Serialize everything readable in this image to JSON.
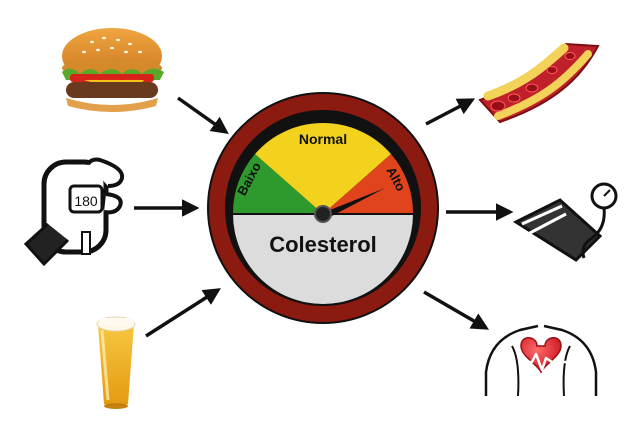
{
  "gauge": {
    "label_low": "Baixo",
    "label_normal": "Normal",
    "label_high": "Alto",
    "center_label": "Colesterol",
    "needle_zone": "Alto",
    "colors": {
      "ring": "#8b1a10",
      "low": "#2e9a2e",
      "normal": "#f2d21c",
      "high": "#e0441c",
      "face": "#dcdcdc",
      "needle": "#111111"
    }
  },
  "glucometer": {
    "reading": "180"
  },
  "causes": [
    {
      "icon": "burger-icon"
    },
    {
      "icon": "glucometer-icon"
    },
    {
      "icon": "beer-icon"
    }
  ],
  "consequences": [
    {
      "icon": "clogged-artery-icon"
    },
    {
      "icon": "blood-pressure-cuff-icon"
    },
    {
      "icon": "heart-disease-icon"
    }
  ]
}
